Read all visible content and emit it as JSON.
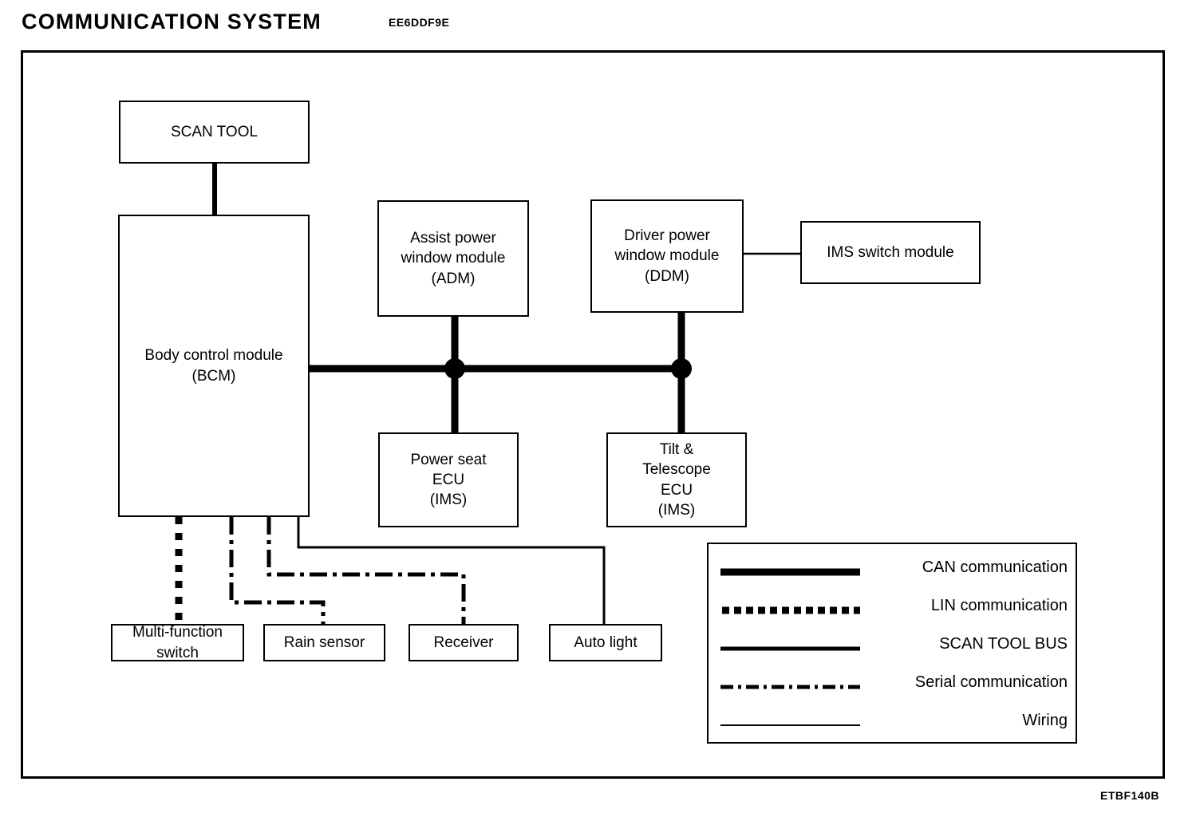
{
  "header": {
    "title": "COMMUNICATION SYSTEM",
    "code": "EE6DDF9E"
  },
  "footer": {
    "code": "ETBF140B"
  },
  "diagram": {
    "type": "block-diagram",
    "nodes": [
      {
        "id": "scan-tool",
        "label": "SCAN TOOL"
      },
      {
        "id": "bcm",
        "label": "Body control module\n(BCM)",
        "line1": "Body control module",
        "line2": "(BCM)"
      },
      {
        "id": "adm",
        "label": "Assist power window module (ADM)",
        "line1": "Assist power",
        "line2": "window module",
        "line3": "(ADM)"
      },
      {
        "id": "ddm",
        "label": "Driver power window module (DDM)",
        "line1": "Driver power",
        "line2": "window module",
        "line3": "(DDM)"
      },
      {
        "id": "ims-switch",
        "label": "IMS switch module"
      },
      {
        "id": "power-seat",
        "label": "Power seat ECU (IMS)",
        "line1": "Power seat",
        "line2": "ECU",
        "line3": "(IMS)"
      },
      {
        "id": "tilt-telescope",
        "label": "Tilt & Telescope ECU (IMS)",
        "line1": "Tilt &",
        "line2": "Telescope",
        "line3": "ECU",
        "line4": "(IMS)"
      },
      {
        "id": "multi-function-switch",
        "label": "Multi-function switch",
        "line1": "Multi-function",
        "line2": "switch"
      },
      {
        "id": "rain-sensor",
        "label": "Rain sensor"
      },
      {
        "id": "receiver",
        "label": "Receiver"
      },
      {
        "id": "auto-light",
        "label": "Auto light"
      }
    ],
    "connections": [
      {
        "from": "scan-tool",
        "to": "bcm",
        "type": "scan-tool-bus"
      },
      {
        "from": "bcm",
        "to": "can-bus",
        "type": "can"
      },
      {
        "from": "adm",
        "to": "can-bus",
        "type": "can"
      },
      {
        "from": "ddm",
        "to": "can-bus",
        "type": "can"
      },
      {
        "from": "power-seat",
        "to": "can-bus",
        "type": "can"
      },
      {
        "from": "tilt-telescope",
        "to": "can-bus",
        "type": "can"
      },
      {
        "from": "ddm",
        "to": "ims-switch",
        "type": "wiring"
      },
      {
        "from": "bcm",
        "to": "multi-function-switch",
        "type": "lin"
      },
      {
        "from": "bcm",
        "to": "rain-sensor",
        "type": "serial"
      },
      {
        "from": "bcm",
        "to": "receiver",
        "type": "serial"
      },
      {
        "from": "bcm",
        "to": "auto-light",
        "type": "wiring"
      }
    ]
  },
  "legend": {
    "items": [
      {
        "style": "can",
        "label": "CAN communication"
      },
      {
        "style": "lin",
        "label": "LIN communication"
      },
      {
        "style": "scan-tool-bus",
        "label": "SCAN TOOL BUS"
      },
      {
        "style": "serial",
        "label": "Serial communication"
      },
      {
        "style": "wiring",
        "label": "Wiring"
      }
    ]
  },
  "colors": {
    "ink": "#000000",
    "paper": "#ffffff"
  }
}
